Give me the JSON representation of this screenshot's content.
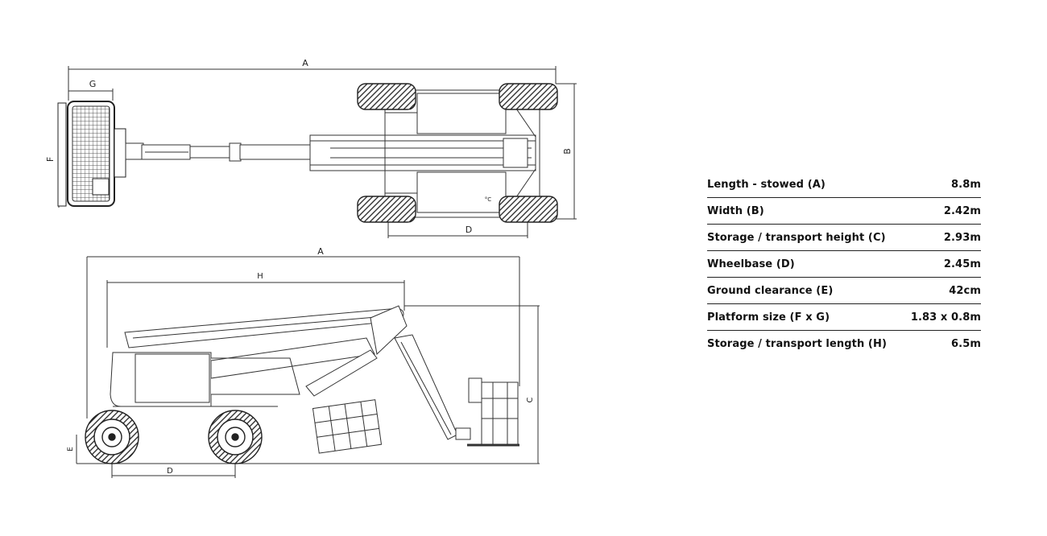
{
  "top_view": {
    "dim_a": "A",
    "dim_g": "G",
    "dim_f": "F",
    "dim_b": "B",
    "dim_d": "D",
    "c_mark": "°C"
  },
  "side_view": {
    "dim_a": "A",
    "dim_h": "H",
    "dim_c": "C",
    "dim_e": "E",
    "dim_d": "D"
  },
  "specs": [
    {
      "label": "Length - stowed (A)",
      "value": "8.8m"
    },
    {
      "label": "Width (B)",
      "value": "2.42m"
    },
    {
      "label": "Storage / transport height (C)",
      "value": "2.93m"
    },
    {
      "label": "Wheelbase (D)",
      "value": "2.45m"
    },
    {
      "label": "Ground clearance (E)",
      "value": "42cm"
    },
    {
      "label": "Platform size (F x G)",
      "value": "1.83 x 0.8m"
    },
    {
      "label": "Storage / transport length (H)",
      "value": "6.5m"
    }
  ]
}
